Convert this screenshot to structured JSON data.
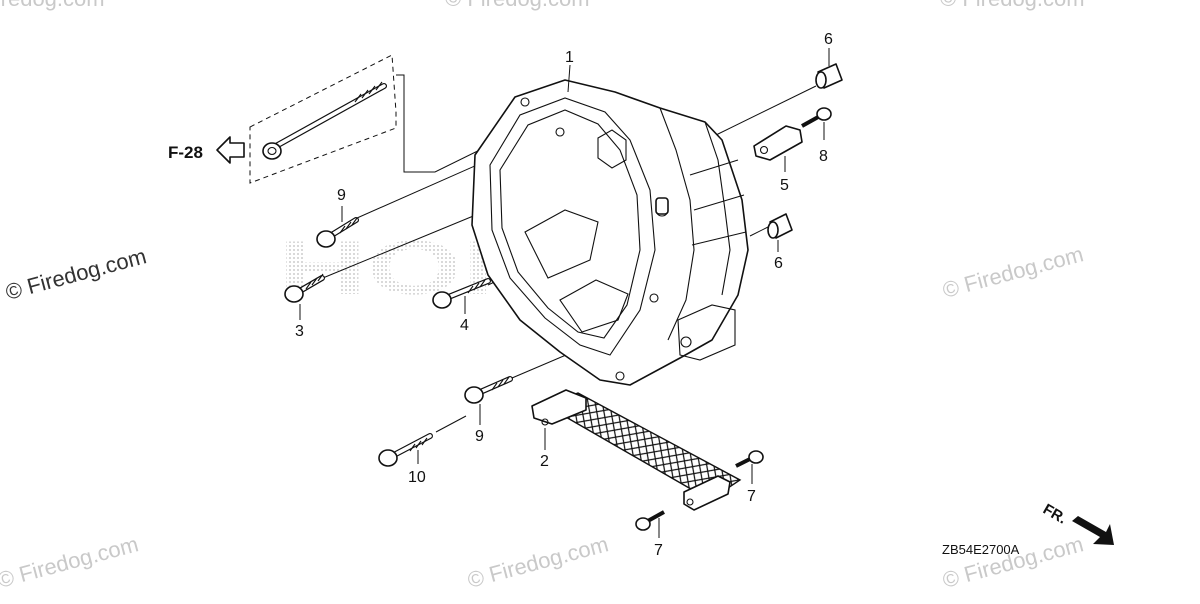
{
  "diagram": {
    "reference_label": "F-28",
    "front_label": "FR.",
    "diagram_code": "ZB54E2700A",
    "brand_backdrop": "HONDA",
    "watermark_text": "© Firedog.com",
    "callouts": [
      {
        "id": "c1",
        "label": "1"
      },
      {
        "id": "c2",
        "label": "2"
      },
      {
        "id": "c3",
        "label": "3"
      },
      {
        "id": "c4",
        "label": "4"
      },
      {
        "id": "c5",
        "label": "5"
      },
      {
        "id": "c6a",
        "label": "6"
      },
      {
        "id": "c6b",
        "label": "6"
      },
      {
        "id": "c7a",
        "label": "7"
      },
      {
        "id": "c7b",
        "label": "7"
      },
      {
        "id": "c8",
        "label": "8"
      },
      {
        "id": "c9a",
        "label": "9"
      },
      {
        "id": "c9b",
        "label": "9"
      },
      {
        "id": "c10",
        "label": "10"
      }
    ],
    "colors": {
      "ink": "#111111",
      "watermark": "#c9c9c9",
      "backdrop_dots": "#bdbdbd"
    }
  }
}
